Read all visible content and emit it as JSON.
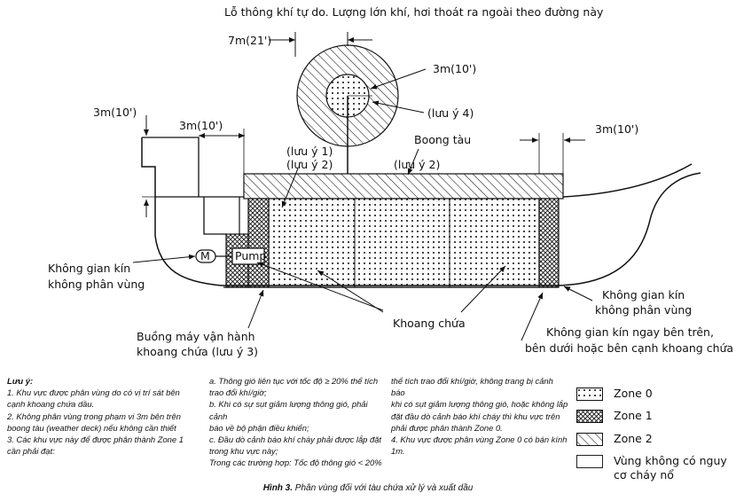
{
  "diagram": {
    "top_label": "Lỗ thông khí tự do. Lượng lớn khí, hơi thoát ra ngoài theo đường này",
    "dim_7m": "7m(21')",
    "dim_3m_vent": "3m(10')",
    "note4_label": "(lưu ý 4)",
    "dim_3m_left_vertical": "3m(10')",
    "dim_3m_left_horizontal": "3m(10')",
    "dim_3m_right": "3m(10')",
    "note1_label": "(lưu ý 1)",
    "note2_label_left": "(lưu ý 2)",
    "note2_label_center": "(lưu ý 2)",
    "deck_label": "Boong tàu",
    "enclosed_left_line1": "Không gian kín",
    "enclosed_left_line2": "không phân vùng",
    "enclosed_right_line1": "Không gian kín",
    "enclosed_right_line2": "không phân vùng",
    "motor_label": "M",
    "pump_label": "Pump",
    "tank_label": "Khoang chứa",
    "pumproom_line1": "Buồng máy vận hành",
    "pumproom_line2": "khoang chứa (lưu ý 3)",
    "adjacent_line1": "Không gian kín ngay bên trên,",
    "adjacent_line2": "bên dưới hoặc bên cạnh khoang chứa"
  },
  "notes": {
    "title": "Lưu ý:",
    "col1": [
      "1. Khu vực được phân vùng do có vị trí sát bên",
      "cạnh khoang chứa dầu.",
      "2. Không phân vùng trong phạm vi 3m bên trên",
      "boong tàu (weather deck) nếu không cần thiết",
      "3. Các khu vực này để được phân thành Zone 1",
      "cần phải đạt:"
    ],
    "col2": [
      "a. Thông gió liên tục với tốc độ ≥ 20% thể tích",
      "trao đổi khí/giờ;",
      "b. Khi có sự sụt giảm lượng thông gió, phải cảnh",
      "báo về bộ phận điều khiển;",
      "c. Đầu dò cảnh báo khí cháy phải được lắp đặt",
      "trong khu vực này;",
      "Trong các trường hợp:  Tốc độ thông gió < 20%"
    ],
    "col3": [
      "thể tích trao đổi khí/giờ, không trang bị cảnh báo",
      "khi có sụt giảm lượng thông gió, hoặc không lắp",
      "đặt đầu dò cảnh báo khí cháy thì khu vực trên",
      "phải được phân thành Zone 0.",
      "4. Khu vực được phân vùng Zone 0 có bán kính",
      "1m."
    ]
  },
  "legend": {
    "zone0": "Zone 0",
    "zone1": "Zone 1",
    "zone2": "Zone 2",
    "none_line1": "Vùng không có nguy",
    "none_line2": "cơ cháy nổ"
  },
  "caption": {
    "label": "Hình 3.",
    "text": " Phân vùng đối với tàu chứa xử lý và xuất dầu"
  },
  "colors": {
    "line": "#111111",
    "background": "#ffffff"
  }
}
